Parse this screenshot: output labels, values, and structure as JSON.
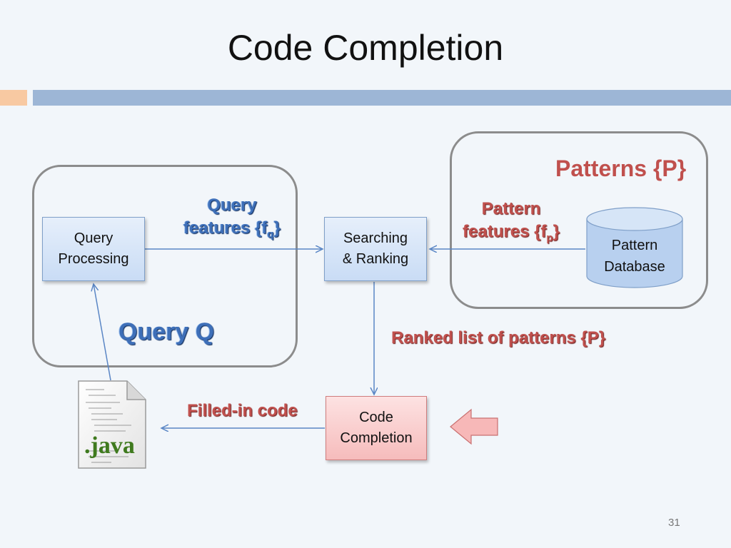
{
  "slide": {
    "title": "Code Completion",
    "page_number": "31"
  },
  "groups": {
    "query_group_label": "Query Q",
    "patterns_group_label": "Patterns {P}"
  },
  "nodes": {
    "query_processing": [
      "Query",
      "Processing"
    ],
    "searching_ranking": [
      "Searching",
      "& Ranking"
    ],
    "code_completion": [
      "Code",
      "Completion"
    ],
    "pattern_database": [
      "Pattern",
      "Database"
    ]
  },
  "edge_labels": {
    "query_features": {
      "line1": "Query",
      "line2": "features {f",
      "sub": "q",
      "close": "}"
    },
    "pattern_features": {
      "line1": "Pattern",
      "line2": "features {f",
      "sub": "p",
      "close": "}"
    },
    "ranked_list": "Ranked list of patterns {P}",
    "filled_in_code": "Filled-in code"
  },
  "file_icon": {
    "label": ".java",
    "icon": "java-file-icon"
  },
  "colors": {
    "accent_blue": "#3e6fb8",
    "accent_red": "#c0504d",
    "bar_blue": "#9db6d6",
    "bar_orange": "#f8c9a2"
  }
}
